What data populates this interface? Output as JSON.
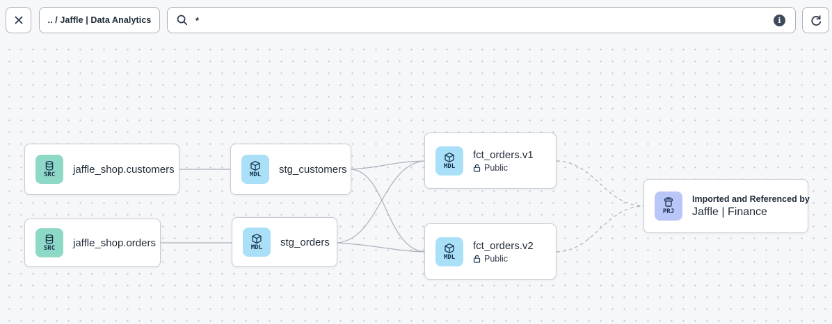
{
  "toolbar": {
    "close_icon": "close-x",
    "breadcrumb": ".. / Jaffle | Data Analytics",
    "search": {
      "value": "*",
      "icon": "magnifier",
      "info_icon": "i"
    },
    "refresh_icon": "refresh-arrow"
  },
  "canvas": {
    "nodes": [
      {
        "id": "source-jaffle-shop-customers",
        "kind": "SRC",
        "title": "jaffle_shop.customers"
      },
      {
        "id": "source-jaffle-shop-orders",
        "kind": "SRC",
        "title": "jaffle_shop.orders"
      },
      {
        "id": "model-stg-customers",
        "kind": "MDL",
        "title": "stg_customers"
      },
      {
        "id": "model-stg-orders",
        "kind": "MDL",
        "title": "stg_orders"
      },
      {
        "id": "model-fct-orders-v1",
        "kind": "MDL",
        "title": "fct_orders.v1",
        "access": "Public"
      },
      {
        "id": "model-fct-orders-v2",
        "kind": "MDL",
        "title": "fct_orders.v2",
        "access": "Public"
      },
      {
        "id": "project-jaffle-finance",
        "kind": "PRJ",
        "pretitle": "Imported and Referenced by",
        "title": "Jaffle | Finance"
      }
    ],
    "edges": [
      {
        "from": "jaffle_shop.customers",
        "to": "stg_customers",
        "style": "solid"
      },
      {
        "from": "jaffle_shop.orders",
        "to": "stg_orders",
        "style": "solid"
      },
      {
        "from": "stg_customers",
        "to": "fct_orders.v1",
        "style": "solid"
      },
      {
        "from": "stg_customers",
        "to": "fct_orders.v2",
        "style": "solid"
      },
      {
        "from": "stg_orders",
        "to": "fct_orders.v1",
        "style": "solid"
      },
      {
        "from": "stg_orders",
        "to": "fct_orders.v2",
        "style": "solid"
      },
      {
        "from": "fct_orders.v1",
        "to": "Jaffle | Finance",
        "style": "dashed"
      },
      {
        "from": "fct_orders.v2",
        "to": "Jaffle | Finance",
        "style": "dashed"
      }
    ]
  },
  "colors": {
    "src_badge": "#8ed8c6",
    "mdl_badge": "#a9e0f8",
    "prj_badge": "#bbc6f8",
    "edge": "#aab1bd",
    "canvas_bg": "#f6f7f9",
    "node_border": "#c5cad3",
    "text": "#1f2a37"
  }
}
